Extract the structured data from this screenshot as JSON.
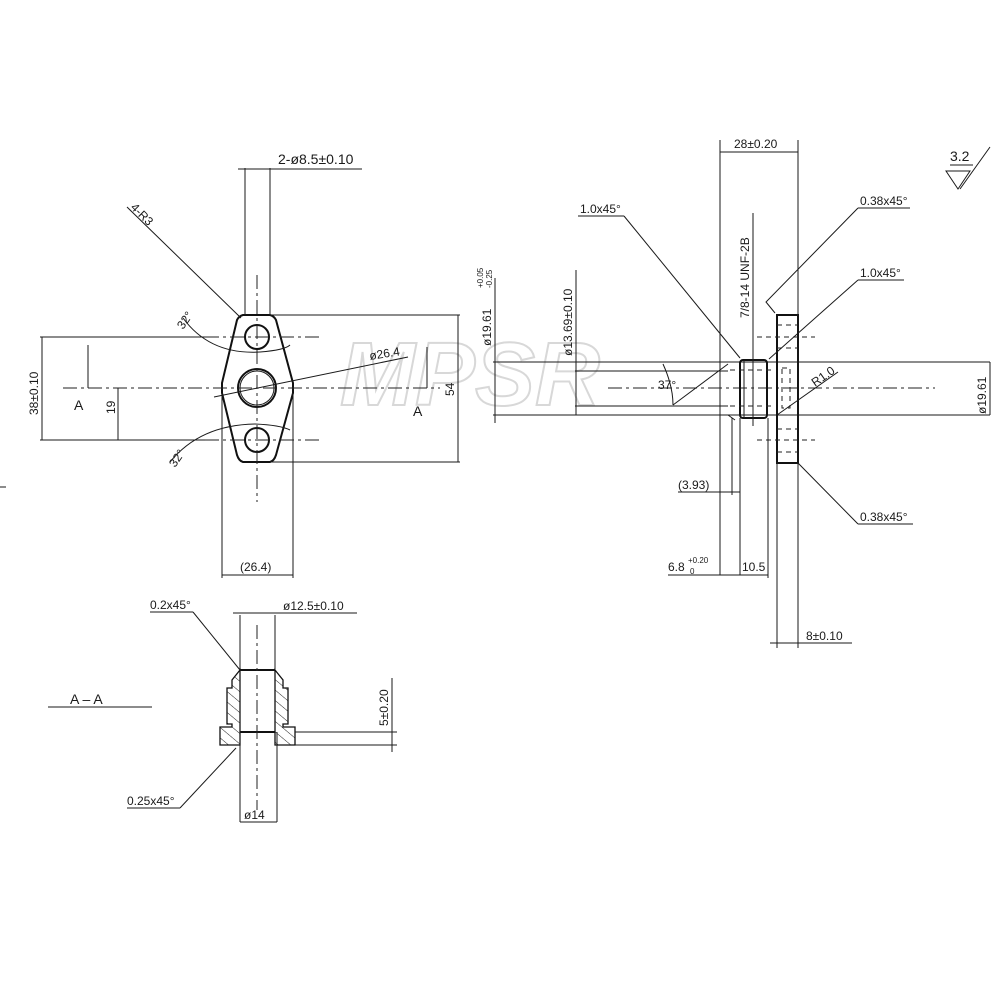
{
  "watermark": "MPSR",
  "top_view": {
    "hole_dim": "2-ø8.5±0.10",
    "corner_radius": "4-R3",
    "angle_top": "32°",
    "angle_bottom": "32°",
    "center_hole_dim": "ø26.4",
    "pitch_dim": "38±0.10",
    "half_pitch_dim": "19",
    "length_dim": "54",
    "width_dim": "(26.4)",
    "section_mark_left": "A",
    "section_mark_right": "A"
  },
  "side_view": {
    "length_dim": "28±0.20",
    "surface_roughness": "3.2",
    "chamfer_top_left": "1.0x45°",
    "chamfer_top_right": "0.38x45°",
    "chamfer_mid_right": "1.0x45°",
    "chamfer_bottom_right": "0.38x45°",
    "thread": "7/8-14 UNF-2B",
    "outer_dia_tol": "ø19.61",
    "outer_dia_tol_upper": "+0.05",
    "outer_dia_tol_lower": "-0.25",
    "inner_dia": "ø13.69±0.10",
    "cone_angle": "37°",
    "fillet": "R1.0",
    "outer_dia_right": "ø19.61",
    "ref_dim": "(3.93)",
    "depth_dim": "6.8",
    "depth_tol_upper": "+0.20",
    "depth_tol_lower": "0",
    "thread_len": "10.5",
    "flange_thk": "8±0.10"
  },
  "section_view": {
    "title": "A – A",
    "chamfer_top": "0.2x45°",
    "bore_dim": "ø12.5±0.10",
    "height_dim": "5±0.20",
    "chamfer_bottom": "0.25x45°",
    "base_dim": "ø14"
  }
}
